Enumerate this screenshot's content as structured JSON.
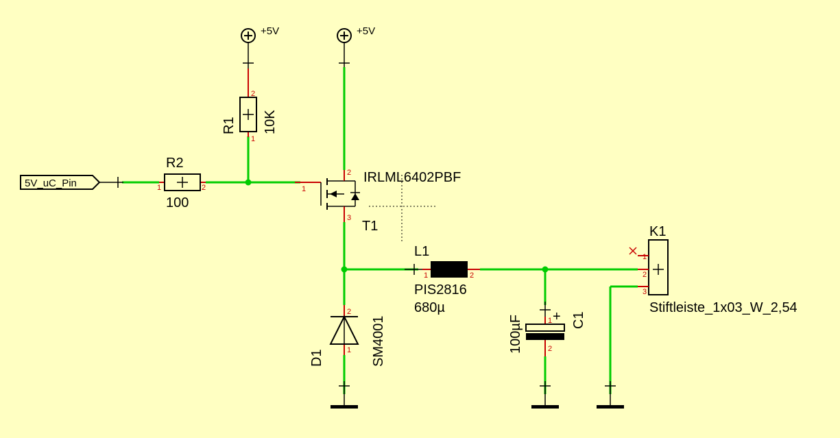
{
  "power": {
    "vcc1_label": "+5V",
    "vcc2_label": "+5V"
  },
  "input": {
    "label": "5V_uC_Pin"
  },
  "r1": {
    "ref": "R1",
    "value": "10K",
    "pin_top": "2",
    "pin_bottom": "1"
  },
  "r2": {
    "ref": "R2",
    "value": "100",
    "pin_left": "1",
    "pin_right": "2"
  },
  "t1": {
    "ref": "T1",
    "part": "IRLML6402PBF",
    "pin_gate": "1",
    "pin_drain": "2",
    "pin_source": "3"
  },
  "l1": {
    "ref": "L1",
    "part": "PIS2816",
    "value": "680µ",
    "pin_left": "1",
    "pin_right": "2"
  },
  "d1": {
    "ref": "D1",
    "part": "SM4001",
    "pin_top": "2",
    "pin_bottom": "1"
  },
  "c1": {
    "ref": "C1",
    "value": "100µF",
    "pin_top": "1",
    "pin_bottom": "2",
    "polarity": "+"
  },
  "k1": {
    "ref": "K1",
    "part": "Stiftleiste_1x03_W_2,54",
    "pin1": "1",
    "pin2": "2",
    "pin3": "3"
  },
  "colors": {
    "wire": "#00cc00",
    "pin": "#c80000",
    "background": "#ffffc2"
  }
}
